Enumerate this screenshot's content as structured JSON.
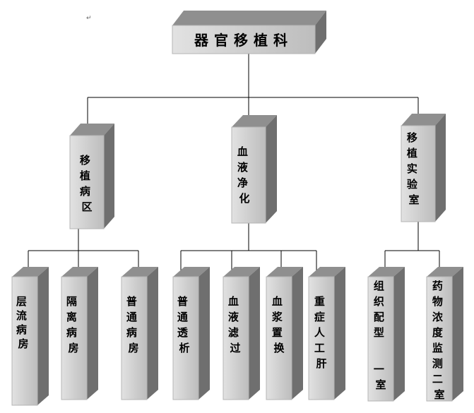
{
  "root": {
    "label": "器官移植科"
  },
  "departments": [
    {
      "id": "ward",
      "label": "移植病区",
      "children": [
        "层流病房",
        "隔离病房",
        "普通病房"
      ]
    },
    {
      "id": "purification",
      "label": "血液净化",
      "children": [
        "普通透析",
        "血液滤过",
        "血浆置换",
        "重症人工肝"
      ]
    },
    {
      "id": "lab",
      "label": "移植实验室",
      "children": [
        "组织配型一室",
        "药物浓度监测二室"
      ]
    }
  ]
}
